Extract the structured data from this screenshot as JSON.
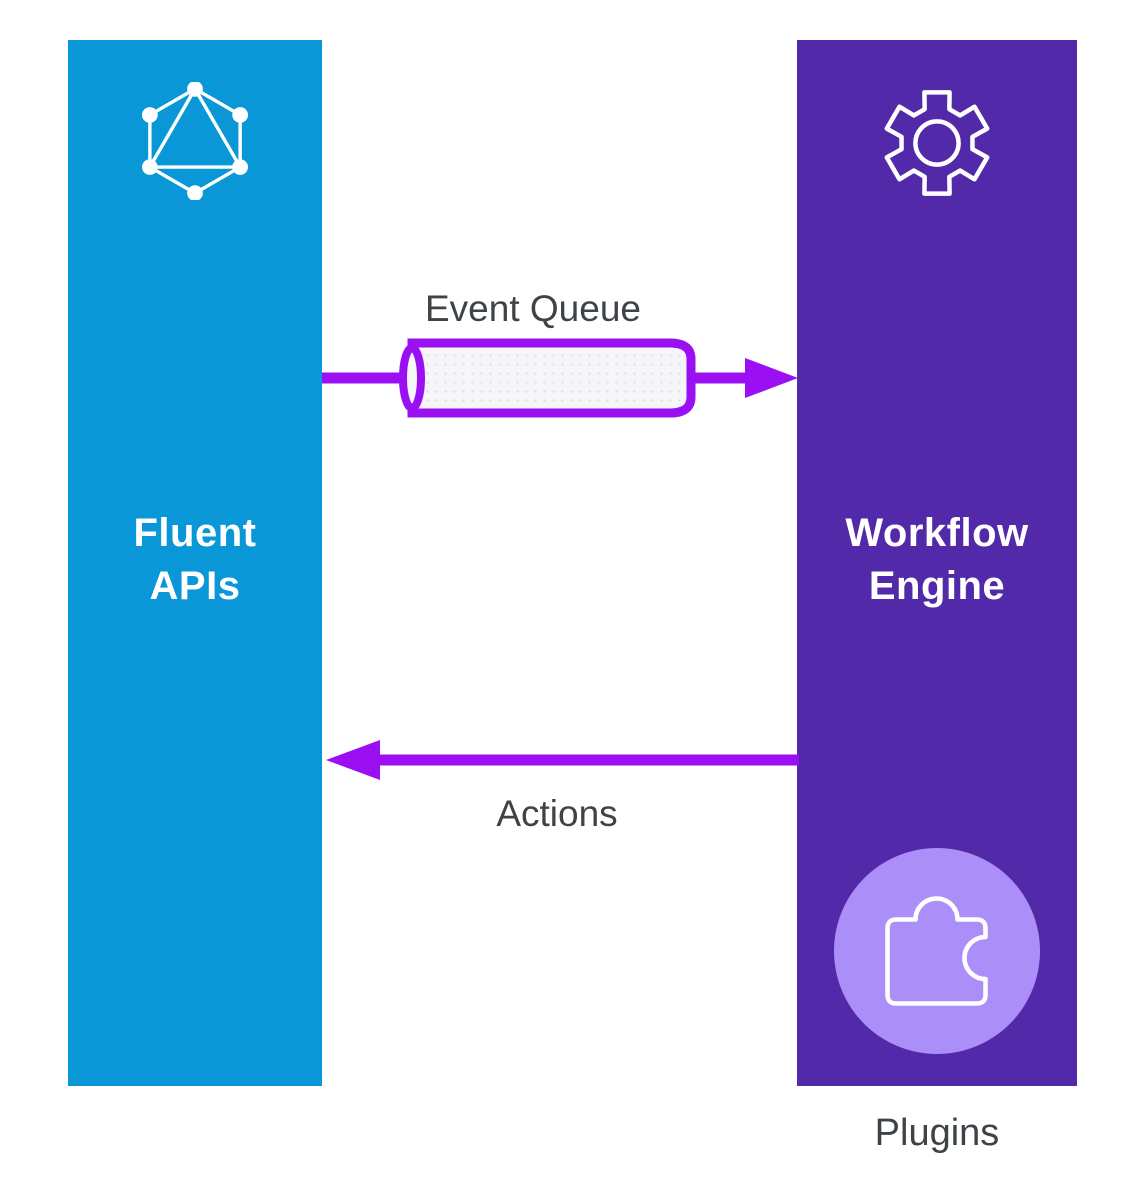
{
  "panels": {
    "fluent": {
      "title_line1": "Fluent",
      "title_line2": "APIs",
      "icon": "graphql-icon",
      "color": "#0997D8"
    },
    "workflow": {
      "title_line1": "Workflow",
      "title_line2": "Engine",
      "icon": "gear-icon",
      "color": "#5229A8"
    }
  },
  "connectors": {
    "event_queue": {
      "label": "Event Queue",
      "direction": "left-to-right",
      "shape": "pipe-cylinder"
    },
    "actions": {
      "label": "Actions",
      "direction": "right-to-left",
      "shape": "arrow"
    }
  },
  "plugins_badge": {
    "label": "Plugins",
    "icon": "puzzle-icon",
    "circle_color": "#AC8EF8"
  },
  "colors": {
    "arrow": "#9B10F2",
    "fluent_panel": "#0997D8",
    "workflow_panel": "#5229A8",
    "queue_fill": "#F6F6F9",
    "label_text": "#3E4348",
    "icon_stroke": "#FFFFFF",
    "background": "#FFFFFF"
  }
}
